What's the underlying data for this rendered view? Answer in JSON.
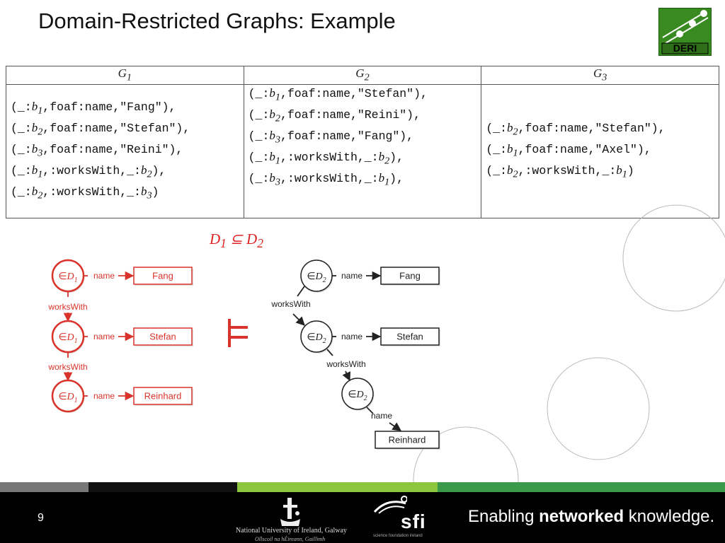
{
  "slide": {
    "title": "Domain-Restricted Graphs: Example",
    "page_number": "9",
    "logo_text": "DERI"
  },
  "table": {
    "headers": [
      "G1",
      "G2",
      "G3"
    ],
    "g1": [
      [
        "b1",
        "foaf:name,\"Fang\"),"
      ],
      [
        "b2",
        "foaf:name,\"Stefan\"),"
      ],
      [
        "b3",
        "foaf:name,\"Reini\"),"
      ],
      [
        "b1",
        ":worksWith,_:b2),"
      ],
      [
        "b2",
        ":worksWith,_:b3)"
      ]
    ],
    "g2": [
      [
        "b1",
        "foaf:name,\"Stefan\"),"
      ],
      [
        "b2",
        "foaf:name,\"Reini\"),"
      ],
      [
        "b3",
        "foaf:name,\"Fang\"),"
      ],
      [
        "b1",
        ":worksWith,_:b2),"
      ],
      [
        "b3",
        ":worksWith,_:b1),"
      ]
    ],
    "g3": [
      [
        "b2",
        "foaf:name,\"Stefan\"),"
      ],
      [
        "b1",
        "foaf:name,\"Axel\"),"
      ],
      [
        "b2",
        ":worksWith,_:b1)"
      ]
    ]
  },
  "subset_label": "D1 ⊆ D2",
  "entails_symbol": "⊨",
  "left_graph": {
    "node_label": "∈D1",
    "edge_name": "name",
    "edge_works": "worksWith",
    "literals": [
      "Fang",
      "Stefan",
      "Reinhard"
    ],
    "color": "#d9342b"
  },
  "right_graph": {
    "node_label": "∈D2",
    "edge_name": "name",
    "edge_works": "worksWith",
    "literals": [
      "Fang",
      "Stefan",
      "Reinhard"
    ],
    "color": "#222222"
  },
  "footer": {
    "university": "National University of Ireland, Galway",
    "university_irish": "Ollscoil na hÉireann, Gaillimh",
    "sfi": "sfi",
    "sfi_sub": "science foundation ireland",
    "slogan_pre": "Enabling ",
    "slogan_bold": "networked",
    "slogan_post": " knowledge."
  }
}
